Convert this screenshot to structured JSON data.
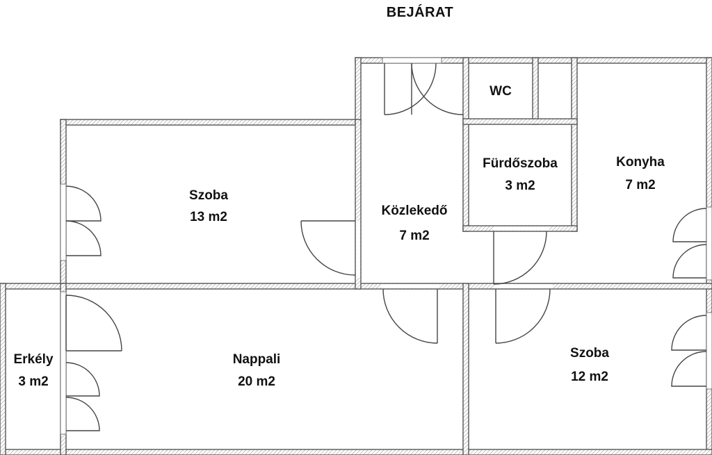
{
  "entrance": "BEJÁRAT",
  "rooms": {
    "szoba_top": {
      "name": "Szoba",
      "area": "13 m2"
    },
    "kozlekedo": {
      "name": "Közlekedő",
      "area": "7 m2"
    },
    "wc": {
      "name": "WC"
    },
    "furdoszoba": {
      "name": "Fürdőszoba",
      "area": "3 m2"
    },
    "konyha": {
      "name": "Konyha",
      "area": "7 m2"
    },
    "erkely": {
      "name": "Erkély",
      "area": "3 m2"
    },
    "nappali": {
      "name": "Nappali",
      "area": "20 m2"
    },
    "szoba_bottom": {
      "name": "Szoba",
      "area": "12 m2"
    }
  }
}
